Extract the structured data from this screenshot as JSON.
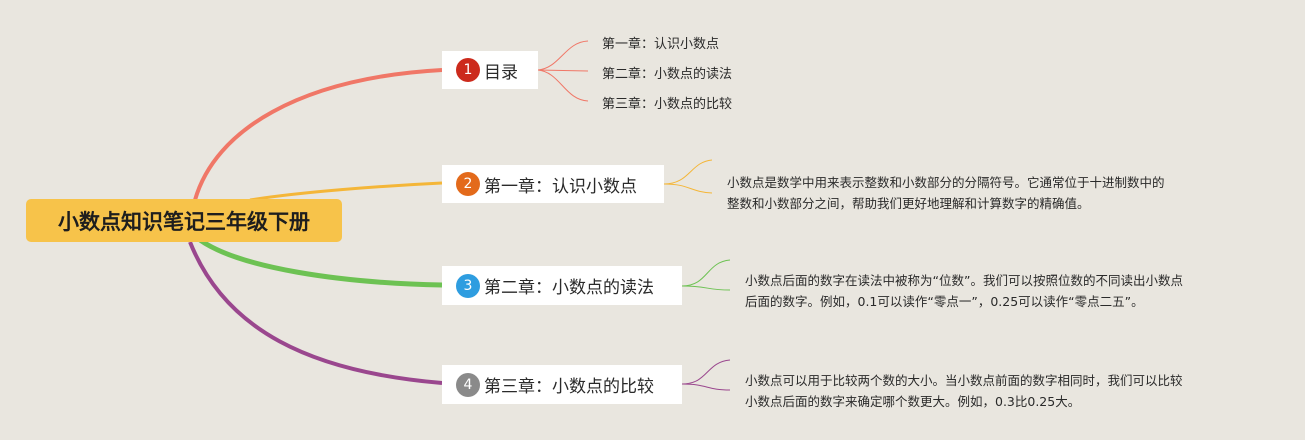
{
  "root": {
    "label": "小数点知识笔记三年级下册"
  },
  "topics": [
    {
      "number": "1",
      "label": "目录",
      "color": "#f07767",
      "badge_color": "#cc2a1c",
      "subtopics": [
        "第一章：认识小数点",
        "第二章：小数点的读法",
        "第三章：小数点的比较"
      ]
    },
    {
      "number": "2",
      "label": "第一章：认识小数点",
      "color": "#f4b638",
      "badge_color": "#e36a1b",
      "description_lines": [
        "小数点是数学中用来表示整数和小数部分的分隔符号。它通常位于十进制数中的",
        "整数和小数部分之间，帮助我们更好地理解和计算数字的精确值。"
      ]
    },
    {
      "number": "3",
      "label": "第二章：小数点的读法",
      "color": "#6dc253",
      "badge_color": "#2e9de0",
      "description_lines": [
        "小数点后面的数字在读法中被称为“位数”。我们可以按照位数的不同读出小数点",
        "后面的数字。例如，0.1可以读作“零点一”，0.25可以读作“零点二五”。"
      ]
    },
    {
      "number": "4",
      "label": "第三章：小数点的比较",
      "color": "#9a478e",
      "badge_color": "#8a8a8a",
      "description_lines": [
        "小数点可以用于比较两个数的大小。当小数点前面的数字相同时，我们可以比较",
        "小数点后面的数字来确定哪个数更大。例如，0.3比0.25大。"
      ]
    }
  ]
}
